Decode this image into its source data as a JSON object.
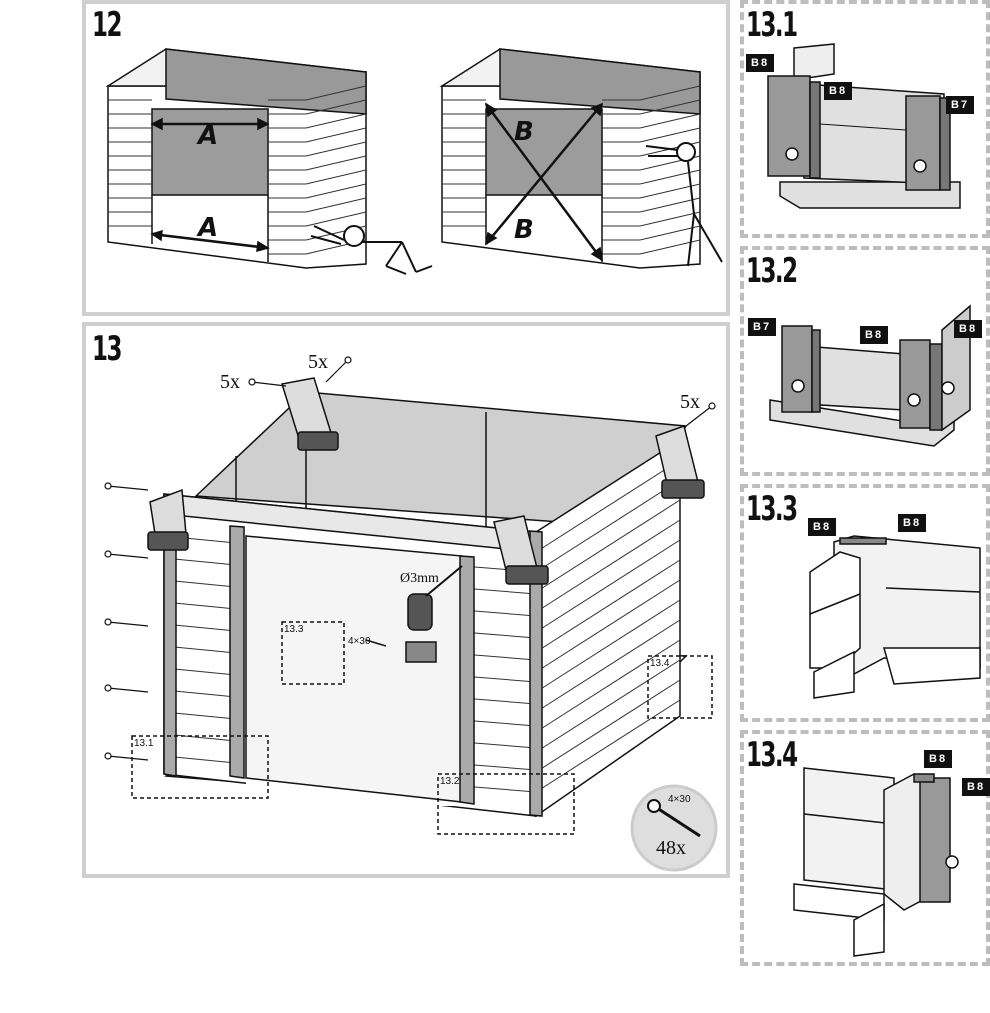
{
  "steps": {
    "s12": "12",
    "s13": "13",
    "s13_1": "13.1",
    "s13_2": "13.2",
    "s13_3": "13.3",
    "s13_4": "13.4"
  },
  "step12": {
    "measure_a": "A",
    "measure_b": "B"
  },
  "step13": {
    "qty_top_left": "5x",
    "qty_top_mid": "5x",
    "qty_top_right": "5x",
    "drill_label": "Ø3mm",
    "screw_label": "4×30",
    "callout_13_1": "13.1",
    "callout_13_2": "13.2",
    "callout_13_3": "13.3",
    "callout_13_4": "13.4",
    "screw_badge_size": "4×30",
    "screw_badge_qty": "48x"
  },
  "parts": {
    "b7": "B7",
    "b8": "B8"
  }
}
